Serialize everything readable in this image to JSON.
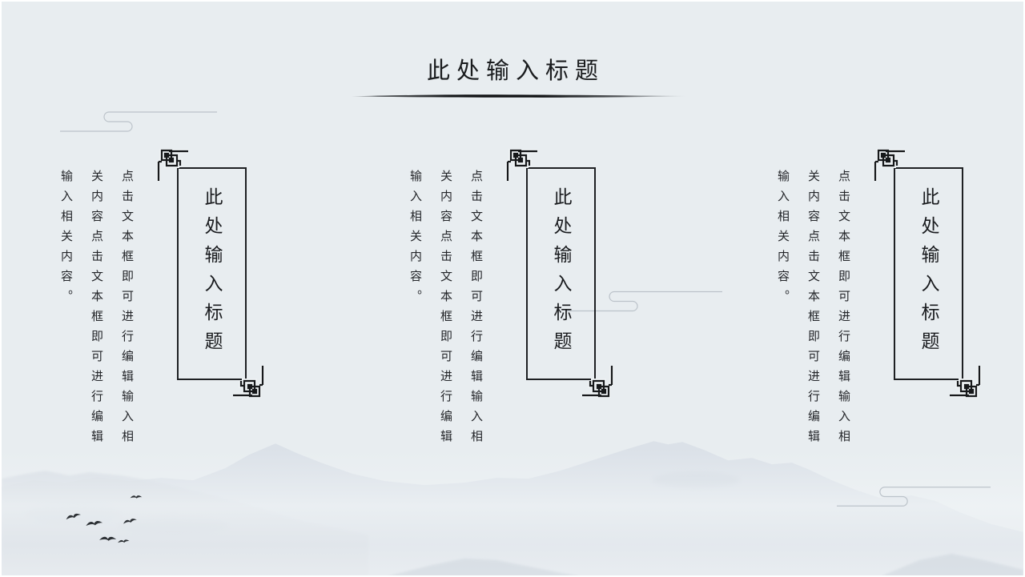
{
  "slide": {
    "title": "此处输入标题",
    "background_color": "#e8edf0",
    "frame_color": "#ffffff",
    "ink_color": "#1a1c1e"
  },
  "columns": [
    {
      "box_title": "此处输入标题",
      "body": "点击文本框即可进行编辑输入相关内容点击文本框即可进行编辑输入相关内容。"
    },
    {
      "box_title": "此处输入标题",
      "body": "点击文本框即可进行编辑输入相关内容点击文本框即可进行编辑输入相关内容。"
    },
    {
      "box_title": "此处输入标题",
      "body": "点击文本框即可进行编辑输入相关内容点击文本框即可进行编辑输入相关内容。"
    }
  ],
  "decorations": {
    "title_underline": "ink-brush-stroke",
    "corner_ornament": "chinese-fret-knot-icon",
    "cloud_lines": {
      "count": 3,
      "color": "#bcc3ca"
    },
    "birds": {
      "count": 6,
      "color": "#2c3034"
    },
    "mountains": {
      "style": "ink-wash",
      "far_color": "#dbe1e8",
      "near_color": "#d3dae2"
    }
  }
}
